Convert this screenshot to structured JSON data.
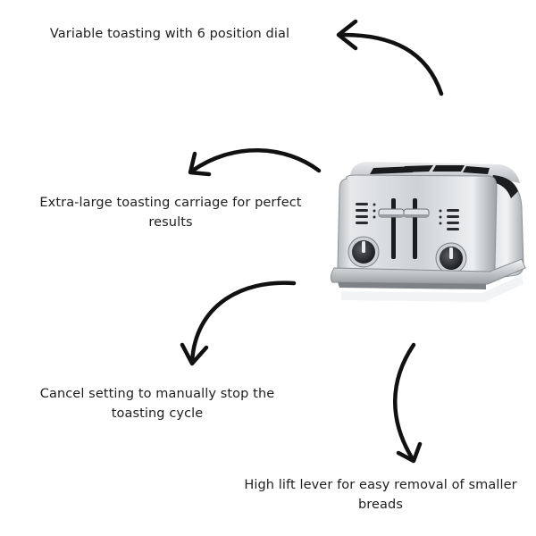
{
  "features": [
    {
      "id": "dial",
      "text": "Variable toasting with 6 position dial"
    },
    {
      "id": "carriage",
      "text": "Extra-large toasting carriage for perfect results"
    },
    {
      "id": "cancel",
      "text": "Cancel setting to manually stop the toasting cycle"
    },
    {
      "id": "lever",
      "text": "High lift lever for easy removal of smaller breads"
    }
  ],
  "product": {
    "icon": "toaster-4-slice-icon"
  },
  "colors": {
    "text": "#1e1e1e",
    "arrow": "#111111",
    "chrome": "#c9cccf",
    "background": "#ffffff"
  }
}
